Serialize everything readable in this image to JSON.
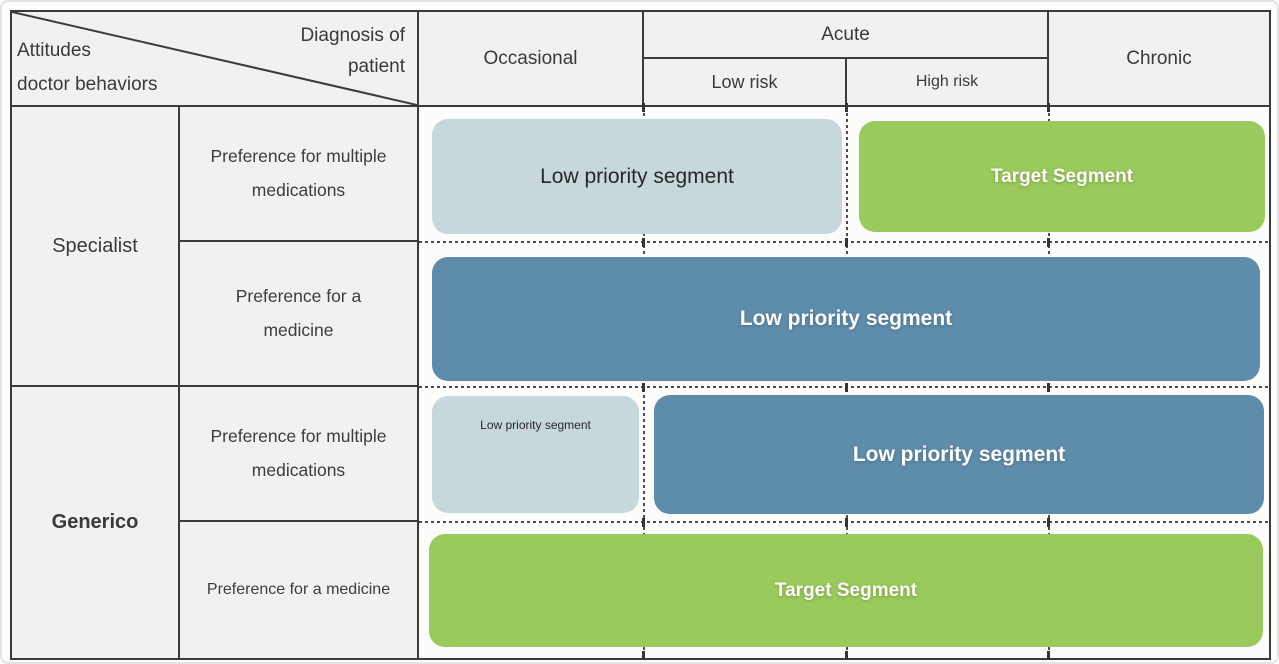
{
  "diagram": {
    "corner": {
      "diagnosis_label": "Diagnosis of patient",
      "attitudes_label": "Attitudes",
      "behaviors_label": "doctor behaviors"
    },
    "columns": {
      "occasional": "Occasional",
      "acute": "Acute",
      "acute_low_risk": "Low risk",
      "acute_high_risk": "High risk",
      "chronic": "Chronic"
    },
    "row_groups": [
      {
        "label": "Specialist",
        "behaviors": [
          "Preference for multiple medications",
          "Preference for a medicine"
        ]
      },
      {
        "label": "Generico",
        "behaviors": [
          "Preference for multiple medications",
          "Preference for a medicine"
        ]
      }
    ],
    "segments": [
      {
        "id": "specialist-multi-low",
        "label": "Low priority segment",
        "style": "low-priority-light"
      },
      {
        "id": "specialist-multi-target",
        "label": "Target Segment",
        "style": "target-green"
      },
      {
        "id": "specialist-single-low",
        "label": "Low priority segment",
        "style": "low-priority-dark"
      },
      {
        "id": "generico-multi-low-small",
        "label": "Low priority segment",
        "style": "low-priority-light"
      },
      {
        "id": "generico-multi-low",
        "label": "Low priority segment",
        "style": "low-priority-dark"
      },
      {
        "id": "generico-single-target",
        "label": "Target Segment",
        "style": "target-green"
      }
    ],
    "colors": {
      "low_priority_light": "#c6d8dc",
      "low_priority_dark": "#5e8cab",
      "target_green": "#9aca5c",
      "header_cell_background": "#f2f1ef",
      "border": "#3b3b3b"
    }
  }
}
